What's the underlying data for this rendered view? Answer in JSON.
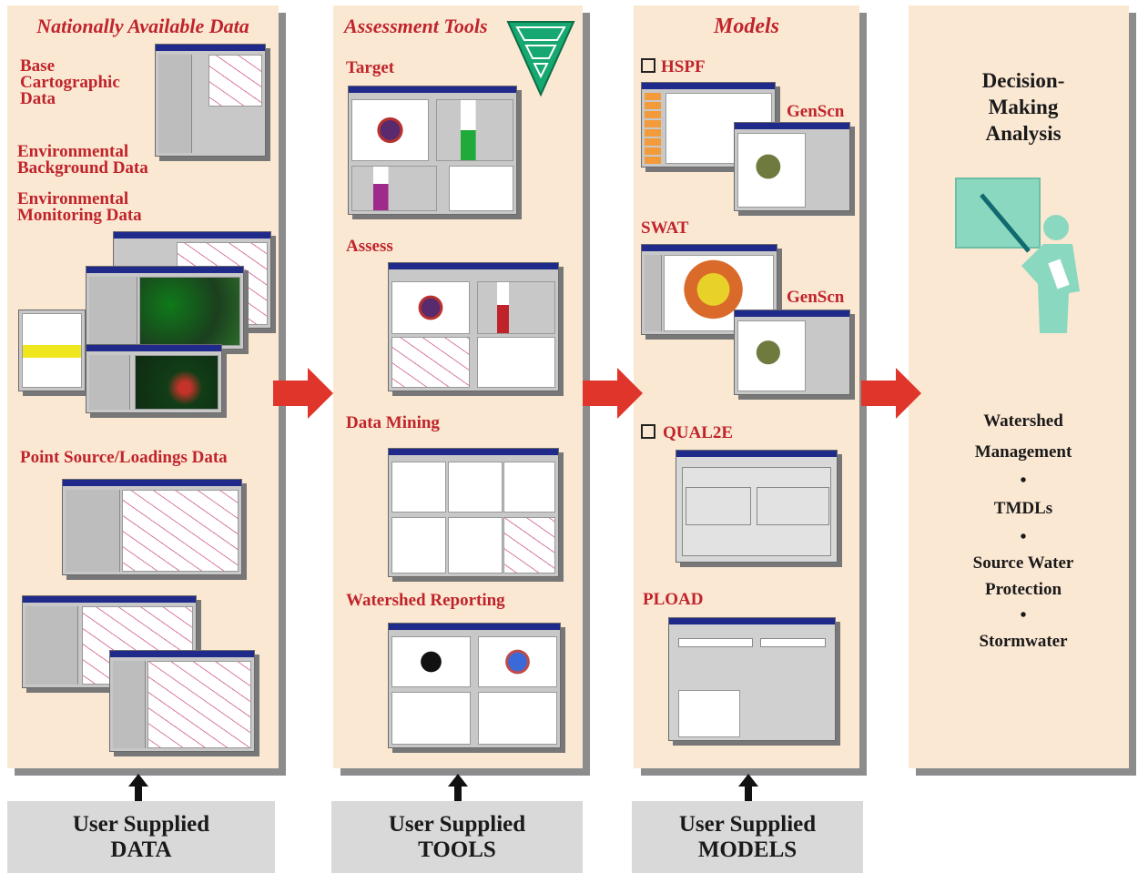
{
  "data_panel": {
    "title": "Nationally Available Data",
    "items": [
      "Base Cartographic Data",
      "Environmental Background Data",
      "Environmental Monitoring Data",
      "Point Source/Loadings Data"
    ]
  },
  "tools_panel": {
    "title": "Assessment Tools",
    "items": [
      "Target",
      "Assess",
      "Data Mining",
      "Watershed Reporting"
    ]
  },
  "models_panel": {
    "title": "Models",
    "items": [
      "HSPF",
      "GenScn",
      "SWAT",
      "GenScn",
      "QUAL2E",
      "PLOAD"
    ]
  },
  "decision_panel": {
    "title": "Decision-Making Analysis",
    "outcomes": [
      "Watershed Management",
      "TMDLs",
      "Source Water Protection",
      "Stormwater"
    ],
    "bullet": "•"
  },
  "user_supplied": [
    {
      "line1": "User Supplied",
      "line2": "DATA"
    },
    {
      "line1": "User Supplied",
      "line2": "TOOLS"
    },
    {
      "line1": "User Supplied",
      "line2": "MODELS"
    }
  ],
  "colors": {
    "panel_bg": "#fbe8d3",
    "title_red": "#c0242b",
    "arrow_red": "#e0352b",
    "shadow_gray": "#8c8c8c",
    "user_box_gray": "#d9d9d9"
  }
}
